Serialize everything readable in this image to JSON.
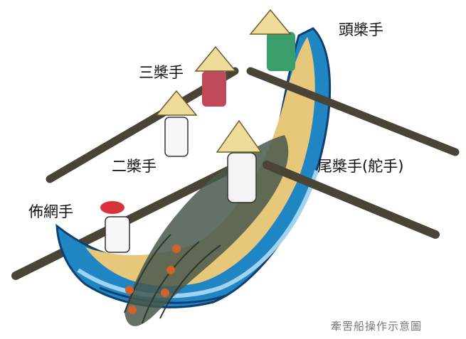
{
  "labels": {
    "bow_rower": "頭槳手",
    "third_rower": "三槳手",
    "second_rower": "二槳手",
    "net_caster": "佈網手",
    "stern_rower": "尾槳手(舵手)"
  },
  "caption": "牽罟船操作示意圖",
  "colors": {
    "hull": "#1f86c3",
    "hull_dark": "#0f3f6e",
    "deck": "#e7c77a",
    "oar": "#4a4436",
    "hat": "#f0dc9a",
    "net": "#48584c",
    "float": "#d2622a"
  }
}
